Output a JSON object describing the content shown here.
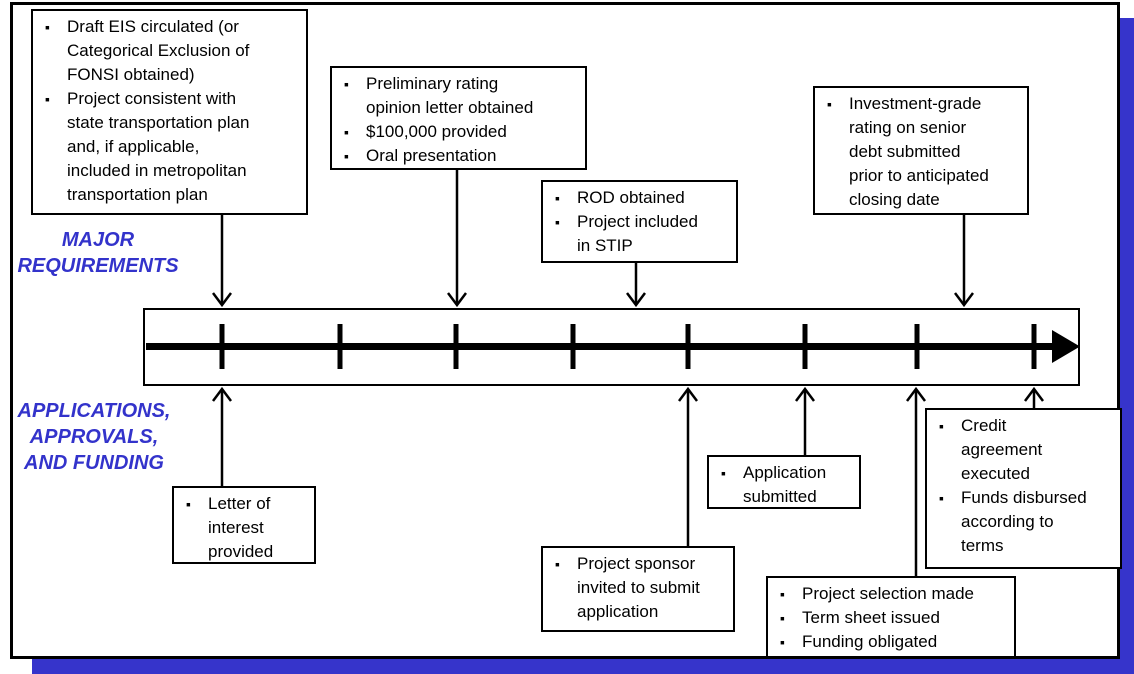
{
  "icons": {
    "bullet": "▪"
  },
  "colors": {
    "shadow_blue": "#3634cb",
    "label_blue": "#3333cb",
    "line_black": "#000000"
  },
  "labels": {
    "major_requirements": "MAJOR\nREQUIREMENTS",
    "applications_approvals": "APPLICATIONS,\nAPPROVALS,\nAND FUNDING"
  },
  "timeline": {
    "tick_count": 8,
    "direction": "left-to-right"
  },
  "boxes": {
    "draft_eis": {
      "items": [
        "Draft EIS circulated (or\nCategorical Exclusion  of\nFONSI obtained)",
        "Project consistent with\nstate transportation plan\nand, if applicable,\nincluded  in metropolitan\ntransportation plan"
      ]
    },
    "preliminary_rating": {
      "items": [
        "Preliminary  rating\nopinion  letter obtained",
        "$100,000 provided",
        "Oral presentation"
      ]
    },
    "rod": {
      "items": [
        "ROD obtained",
        "Project included\nin STIP"
      ]
    },
    "investment_grade": {
      "items": [
        "Investment-grade\nrating on senior\ndebt submitted\nprior to anticipated\nclosing date"
      ]
    },
    "letter_of_interest": {
      "items": [
        "Letter of\ninterest\nprovided"
      ]
    },
    "project_sponsor": {
      "items": [
        "Project sponsor\ninvited  to submit\napplication"
      ]
    },
    "application_submitted": {
      "items": [
        "Application\nsubmitted"
      ]
    },
    "project_selection": {
      "items": [
        "Project selection made",
        "Term sheet issued",
        "Funding  obligated"
      ]
    },
    "credit_agreement": {
      "items": [
        "Credit\nagreement\nexecuted",
        "Funds  disbursed\naccording to\nterms"
      ]
    }
  }
}
